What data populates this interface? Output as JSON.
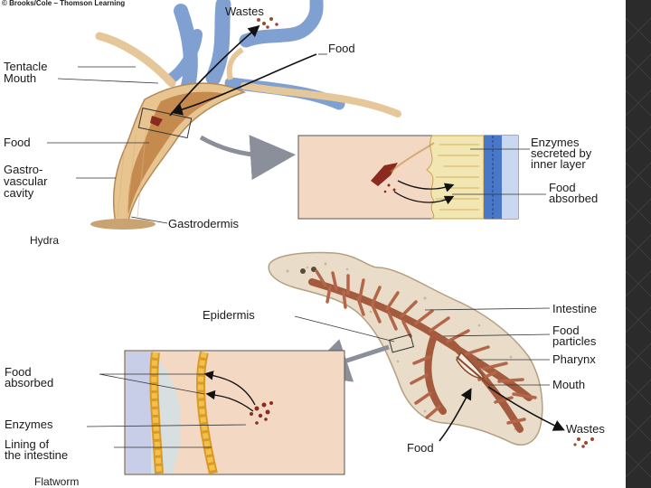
{
  "credit": "© Brooks/Cole – Thomson Learning",
  "hydra": {
    "name": "Hydra",
    "labels": {
      "wastes": "Wastes",
      "food_top": "Food",
      "tentacle": "Tentacle",
      "mouth": "Mouth",
      "food_left": "Food",
      "gastro_1": "Gastro-",
      "gastro_2": "vascular",
      "gastro_3": "cavity",
      "gastrodermis": "Gastrodermis"
    },
    "inset_labels": {
      "enzymes_1": "Enzymes",
      "enzymes_2": "secreted by",
      "enzymes_3": "inner layer",
      "absorbed_1": "Food",
      "absorbed_2": "absorbed"
    }
  },
  "flatworm": {
    "name": "Flatworm",
    "labels": {
      "epidermis": "Epidermis",
      "intestine": "Intestine",
      "particles_1": "Food",
      "particles_2": "particles",
      "pharynx": "Pharynx",
      "mouth": "Mouth",
      "wastes": "Wastes",
      "food": "Food"
    },
    "inset_labels": {
      "absorbed_1": "Food",
      "absorbed_2": "absorbed",
      "enzymes": "Enzymes",
      "lining_1": "Lining of",
      "lining_2": "the intestine"
    }
  }
}
